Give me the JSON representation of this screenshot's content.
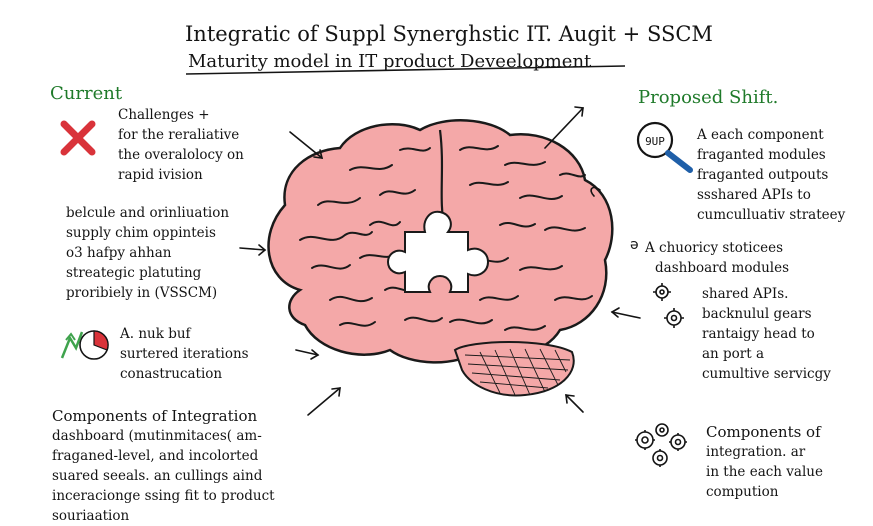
{
  "title": "Integratic of Suppl Synerghstic IT. Augit + SSCM",
  "subtitle": "Maturity model in IT product Deveelopment",
  "left": {
    "heading": "Current",
    "challenges": [
      "Challenges +",
      "for the reraliative",
      "the overalolocy on",
      "rapid ivision"
    ],
    "supply": [
      "belcule and orinliuation",
      "supply chim oppinteis",
      "o3 hafpy ahhan",
      "streategic platuting",
      "proribiely in (VSSCM)"
    ],
    "risk": [
      "A. nuk buf",
      "surtered iterations",
      "conastrucation"
    ],
    "components": [
      "Components of Integration",
      "dashboard (mutinmitaces( am-",
      "fraganed-level, and incolorted",
      "suared seeals. an cullings aind",
      "inceracionge ssing fit to product",
      "souriaation"
    ]
  },
  "right": {
    "heading": "Proposed Shift.",
    "magnifier_text": "9UP",
    "components": [
      "A each component",
      "fraganted modules",
      "fraganted outpouts",
      "ssshared APIs to",
      "cumculluativ strateey"
    ],
    "dashboard": [
      "A chuoricy stoticees",
      "dashboard modules"
    ],
    "apis": [
      "shared APIs.",
      "backnulul gears",
      "rantaigy head to",
      "an port a",
      "cumultive servicgy"
    ],
    "integration": [
      "Components of",
      "integration. ar",
      "in the each value",
      "compution"
    ]
  },
  "icons": {
    "x_mark": "x-mark-icon",
    "magnifier": "magnifier-icon",
    "gears": "gears-icon",
    "puzzle_piece": "puzzle-piece-icon",
    "brain": "brain-illustration"
  },
  "colors": {
    "brain_fill": "#f4a8a8",
    "brain_stroke": "#1a1a1a",
    "heading_green": "#1f7a2a",
    "x_red": "#d9333a",
    "chart_red": "#d9333a",
    "chart_green": "#3fa34d"
  }
}
